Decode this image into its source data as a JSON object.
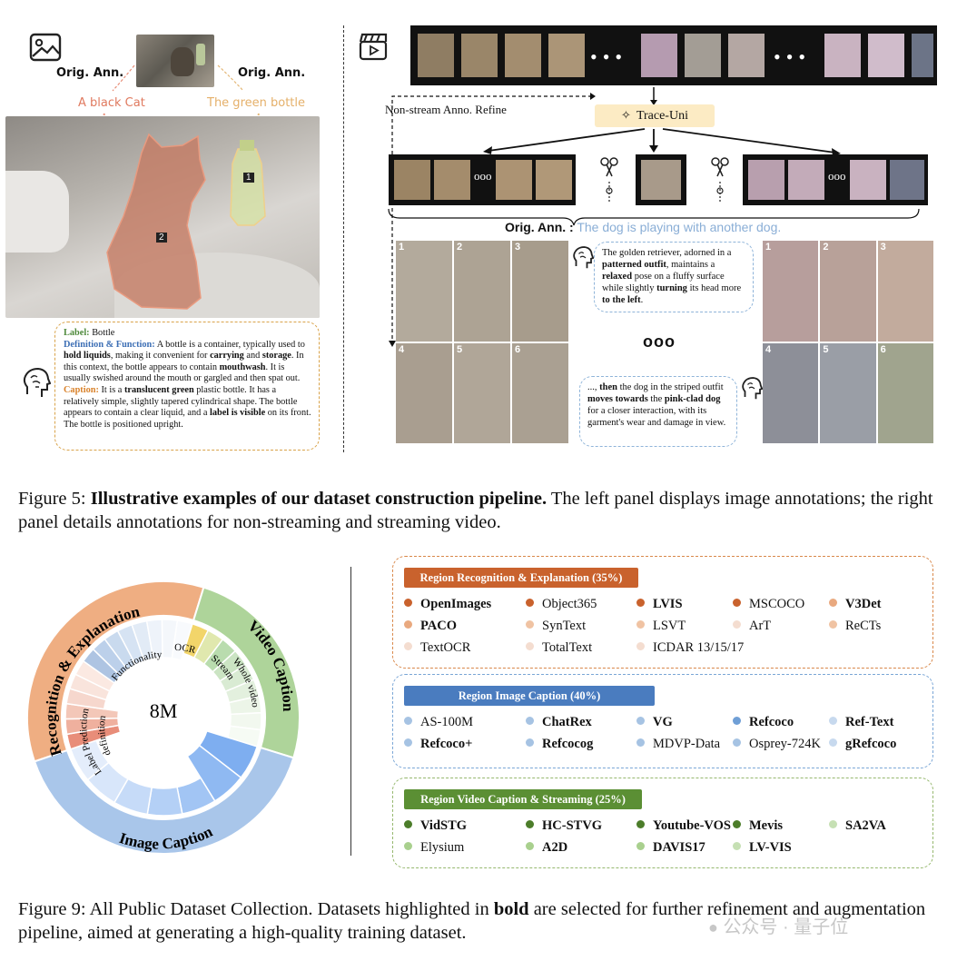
{
  "fig5_left": {
    "orig_ann_left": "Orig. Ann.",
    "orig_ann_right": "Orig. Ann.",
    "ann_cat": "A black Cat",
    "ann_bottle": "The green bottle",
    "mask_1": "1",
    "mask_2": "2",
    "label_title": "Label:",
    "label_value": "Bottle",
    "def_title": "Definition & Function:",
    "def_text_1": "A bottle is a container, typically used to",
    "def_bold_1": "hold liquids",
    "def_text_2": ", making it convenient for",
    "def_bold_2": "carrying",
    "def_text_3": "and",
    "def_bold_3": "storage",
    "def_text_4": ". In this context, the bottle appears to contain",
    "def_bold_4": "mouthwash",
    "def_text_5": ". It is usually swished around the mouth or gargled and then spat out.",
    "cap_title": "Caption:",
    "cap_text_1": "It is a",
    "cap_bold_1": "translucent green",
    "cap_text_2": "plastic bottle. It has a relatively simple, slightly tapered cylindrical shape. The bottle appears to contain a clear liquid, and a",
    "cap_bold_2": "label is visible",
    "cap_text_3": "on its front. The bottle is positioned upright."
  },
  "fig5_right": {
    "non_stream": "Non-stream Anno. Refine",
    "trace_uni": "Trace-Uni",
    "orig_ann": "Orig. Ann. :",
    "orig_ann_text": "The dog is playing with another dog.",
    "ellipsis": "ooo",
    "bubble1_a": "The golden retriever, adorned in a",
    "bubble1_b1": "patterned outfit",
    "bubble1_c": ", maintains a",
    "bubble1_b2": "relaxed",
    "bubble1_d": "pose on a fluffy surface while slightly",
    "bubble1_b3": "turning",
    "bubble1_e": "its head more",
    "bubble1_b4": "to the left",
    "bubble1_f": ".",
    "bubble2_a": "...,",
    "bubble2_b1": "then",
    "bubble2_c": "the dog in the striped outfit",
    "bubble2_b2": "moves towards",
    "bubble2_d": "the",
    "bubble2_b3": "pink-clad dog",
    "bubble2_e": "for a closer interaction, with its garment's wear and damage in view.",
    "grid_numbers": [
      "1",
      "2",
      "3",
      "4",
      "5",
      "6"
    ]
  },
  "figure5_caption": {
    "prefix": "Figure 5:",
    "bold": "Illustrative examples of our dataset construction pipeline.",
    "rest": "The left panel displays image annotations; the right panel details annotations for non-streaming and streaming video."
  },
  "sunburst": {
    "center": "8M",
    "outer": [
      {
        "label": "Recognition & Explanation",
        "value": 35,
        "color": "#efae82"
      },
      {
        "label": "Video Caption",
        "value": 25,
        "color": "#aed49a"
      },
      {
        "label": "Image Caption",
        "value": 40,
        "color": "#a9c6ea"
      }
    ],
    "inner_labels": [
      "Label Prediction",
      "definition",
      "Functionality",
      "OCR",
      "Stream",
      "Whole video"
    ]
  },
  "panels": [
    {
      "title": "Region Recognition & Explanation (35%)",
      "border": "#d9884a",
      "title_bg": "#c9622d",
      "items": [
        {
          "name": "OpenImages",
          "bold": true,
          "dot": "#c9622d"
        },
        {
          "name": "Object365",
          "bold": false,
          "dot": "#c9622d"
        },
        {
          "name": "LVIS",
          "bold": true,
          "dot": "#c9622d"
        },
        {
          "name": "MSCOCO",
          "bold": false,
          "dot": "#c9622d"
        },
        {
          "name": "V3Det",
          "bold": true,
          "dot": "#e9a97f"
        },
        {
          "name": "PACO",
          "bold": true,
          "dot": "#e9a97f"
        },
        {
          "name": "SynText",
          "bold": false,
          "dot": "#f0c3a3"
        },
        {
          "name": "LSVT",
          "bold": false,
          "dot": "#f0c3a3"
        },
        {
          "name": "ArT",
          "bold": false,
          "dot": "#f4ddd0"
        },
        {
          "name": "ReCTs",
          "bold": false,
          "dot": "#f0c3a3"
        },
        {
          "name": "TextOCR",
          "bold": false,
          "dot": "#f4ddd0"
        },
        {
          "name": "TotalText",
          "bold": false,
          "dot": "#f4ddd0"
        },
        {
          "name": "ICDAR 13/15/17",
          "bold": false,
          "dot": "#f4ddd0"
        }
      ]
    },
    {
      "title": "Region Image Caption (40%)",
      "border": "#7aa6d6",
      "title_bg": "#4a7cbf",
      "items": [
        {
          "name": "AS-100M",
          "bold": false,
          "dot": "#a6c3e3"
        },
        {
          "name": "ChatRex",
          "bold": true,
          "dot": "#a6c3e3"
        },
        {
          "name": "VG",
          "bold": true,
          "dot": "#a6c3e3"
        },
        {
          "name": "Refcoco",
          "bold": true,
          "dot": "#6f9fd6"
        },
        {
          "name": "Ref-Text",
          "bold": true,
          "dot": "#c7d9ee"
        },
        {
          "name": "Refcoco+",
          "bold": true,
          "dot": "#a6c3e3"
        },
        {
          "name": "Refcocog",
          "bold": true,
          "dot": "#a6c3e3"
        },
        {
          "name": "MDVP-Data",
          "bold": false,
          "dot": "#a6c3e3"
        },
        {
          "name": "Osprey-724K",
          "bold": false,
          "dot": "#a6c3e3"
        },
        {
          "name": "gRefcoco",
          "bold": true,
          "dot": "#c7d9ee"
        }
      ]
    },
    {
      "title": "Region Video Caption & Streaming (25%)",
      "border": "#96b86e",
      "title_bg": "#5b8f34",
      "items": [
        {
          "name": "VidSTG",
          "bold": true,
          "dot": "#4c7d2a"
        },
        {
          "name": "HC-STVG",
          "bold": true,
          "dot": "#4c7d2a"
        },
        {
          "name": "Youtube-VOS",
          "bold": true,
          "dot": "#4c7d2a"
        },
        {
          "name": "Mevis",
          "bold": true,
          "dot": "#4c7d2a"
        },
        {
          "name": "SA2VA",
          "bold": true,
          "dot": "#c6e0b4"
        },
        {
          "name": "Elysium",
          "bold": false,
          "dot": "#a9d08e"
        },
        {
          "name": "A2D",
          "bold": true,
          "dot": "#a9d08e"
        },
        {
          "name": "DAVIS17",
          "bold": true,
          "dot": "#a9d08e"
        },
        {
          "name": "LV-VIS",
          "bold": true,
          "dot": "#c6e0b4"
        }
      ]
    }
  ],
  "figure9_caption": {
    "prefix": "Figure 9:  All Public Dataset Collection.  Datasets highlighted in",
    "bold": "bold",
    "rest": "are selected for further refinement and augmentation pipeline, aimed at generating a high-quality training dataset."
  },
  "watermark": "公众号 · 量子位"
}
